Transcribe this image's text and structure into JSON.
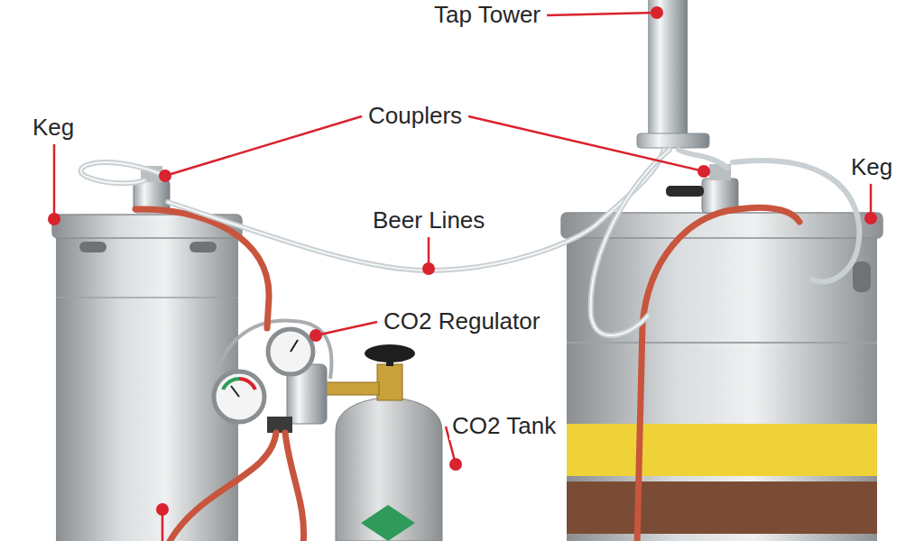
{
  "diagram": {
    "labels": [
      "Tap Tower",
      "Couplers",
      "Keg",
      "Keg",
      "Beer Lines",
      "CO2 Regulator",
      "CO2 Tank"
    ]
  }
}
